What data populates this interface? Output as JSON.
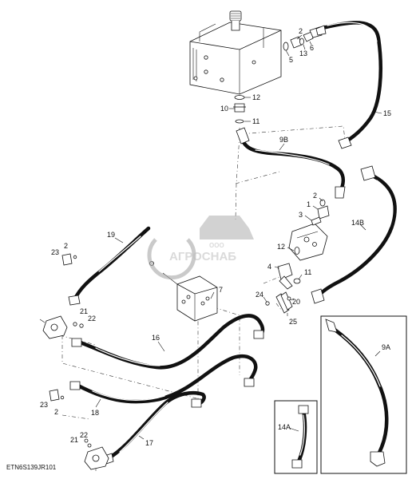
{
  "diagram_code": "ETN6S139JR101",
  "watermark": {
    "small_text": "ООО",
    "brand_text": "АГРОСНАБ"
  },
  "labels": {
    "l2_top": "2",
    "l5": "5",
    "l13": "13",
    "l6": "6",
    "l12_top": "12",
    "l10": "10",
    "l11_top": "11",
    "l15": "15",
    "l9b": "9B",
    "l2_mid": "2",
    "l1": "1",
    "l3": "3",
    "l14b": "14B",
    "l12_mid": "12",
    "l4": "4",
    "l11_mid": "11",
    "l19": "19",
    "l23_top": "23",
    "l2_left": "2",
    "l7": "7",
    "l24": "24",
    "l20": "20",
    "l21_top": "21",
    "l22_top": "22",
    "l25": "25",
    "l16": "16",
    "l9a": "9A",
    "l23_bot": "23",
    "l2_bot": "2",
    "l18": "18",
    "l14a": "14A",
    "l21_bot": "21",
    "l22_bot": "22",
    "l17": "17"
  }
}
